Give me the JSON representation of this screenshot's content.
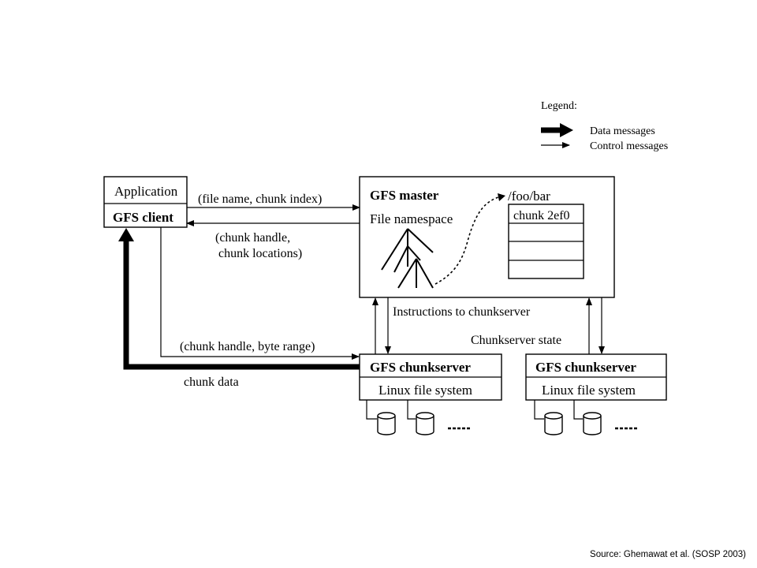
{
  "legend": {
    "title": "Legend:",
    "data_messages": "Data messages",
    "control_messages": "Control messages"
  },
  "application": {
    "label": "Application",
    "client_label": "GFS client"
  },
  "master": {
    "title": "GFS master",
    "namespace": "File namespace",
    "path": "/foo/bar",
    "chunk_label": "chunk 2ef0"
  },
  "edges": {
    "request": "(file name, chunk index)",
    "reply_line1": "(chunk handle,",
    "reply_line2": "chunk locations)",
    "instructions": "Instructions to chunkserver",
    "state": "Chunkserver state",
    "byte_range": "(chunk handle, byte range)",
    "chunk_data": "chunk data"
  },
  "chunkservers": [
    {
      "title": "GFS chunkserver",
      "fs": "Linux file system"
    },
    {
      "title": "GFS chunkserver",
      "fs": "Linux file system"
    }
  ],
  "source": "Source: Ghemawat  et al. (SOSP 2003)"
}
